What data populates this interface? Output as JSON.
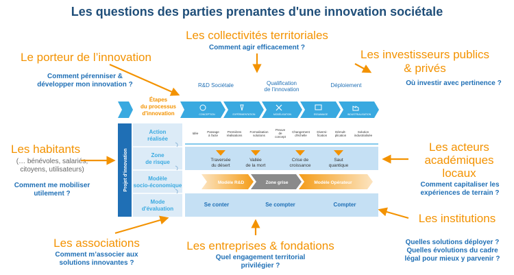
{
  "title": "Les questions des parties prenantes d'une innovation sociétale",
  "stakeholders": {
    "collectivites": {
      "name": "Les collectivités territoriales",
      "question": "Comment agir efficacement ?"
    },
    "porteur": {
      "name": "Le porteur de l’innovation",
      "question_l1": "Comment pérenniser &",
      "question_l2": "développer mon innovation ?"
    },
    "investisseurs": {
      "name_l1": "Les investisseurs publics",
      "name_l2": "& privés",
      "question": "Où investir avec pertinence ?"
    },
    "habitants": {
      "name": "Les habitants",
      "detail_l1": "(… bénévoles, salariés,",
      "detail_l2": "citoyens, utilisateurs)",
      "question_l1": "Comment me mobiliser",
      "question_l2": "utilement ?"
    },
    "acteurs": {
      "name_l1": "Les acteurs",
      "name_l2": "académiques",
      "name_l3": "locaux",
      "question_l1": "Comment capitaliser les",
      "question_l2": "expériences de terrain ?"
    },
    "institutions": {
      "name": "Les institutions",
      "question_l1": "Quelles solutions déployer ?",
      "question_l2": "Quelles évolutions du cadre",
      "question_l3": "légal pour mieux y parvenir ?"
    },
    "associations": {
      "name": "Les associations",
      "question_l1": "Comment m’associer aux",
      "question_l2": "solutions innovantes ?"
    },
    "entreprises": {
      "name": "Les entreprises & fondations",
      "question_l1": "Quel engagement territorial",
      "question_l2": "privilégier ?"
    }
  },
  "process": {
    "phases": [
      "R&D Sociétale",
      "Qualification",
      "de l'innovation",
      "Déploiement"
    ],
    "etapes_l1": "Étapes",
    "etapes_l2": "du processus",
    "etapes_l3": "d'innovation",
    "chevrons": [
      "CONCEPTION",
      "EXPÉRIMENTATION",
      "MODÉLISATION",
      "ESSAIMAGE",
      "INDUSTRIALISATION"
    ],
    "vertical_label": "Projet d'innovation",
    "rows": [
      {
        "l1": "Action",
        "l2": "réalisée"
      },
      {
        "l1": "Zone",
        "l2": "de risque"
      },
      {
        "l1": "Modèle",
        "l2": "socio-économique"
      },
      {
        "l1": "Mode",
        "l2": "d'évaluation"
      }
    ],
    "actions": [
      [
        "Idée"
      ],
      [
        "Passage",
        "à l'acte"
      ],
      [
        "Premières",
        "réalisations"
      ],
      [
        "Formalisation",
        "solutions"
      ],
      [
        "Preuve",
        "de",
        "concept"
      ],
      [
        "Changement",
        "d'échelle"
      ],
      [
        "Diversi-",
        "fication"
      ],
      [
        "Démult-",
        "plication"
      ],
      [
        "Solution",
        "industrialisée"
      ]
    ],
    "risks": [
      [
        "Traversée",
        "du désert"
      ],
      [
        "Vallée",
        "de la mort"
      ],
      [
        "Crise de",
        "croissance"
      ],
      [
        "Saut",
        "quantique"
      ]
    ],
    "models": [
      "Modèle R&D",
      "Zone grise",
      "Modèle Opérateur"
    ],
    "evaluations": [
      "Se conter",
      "Se compter",
      "Compter"
    ]
  },
  "colors": {
    "orange": "#f39200",
    "blue": "#1f6fb5",
    "title": "#1f4e79",
    "chevron": "#39a9e0",
    "panel": "#dcebf7",
    "band": "#c5e0f4"
  }
}
